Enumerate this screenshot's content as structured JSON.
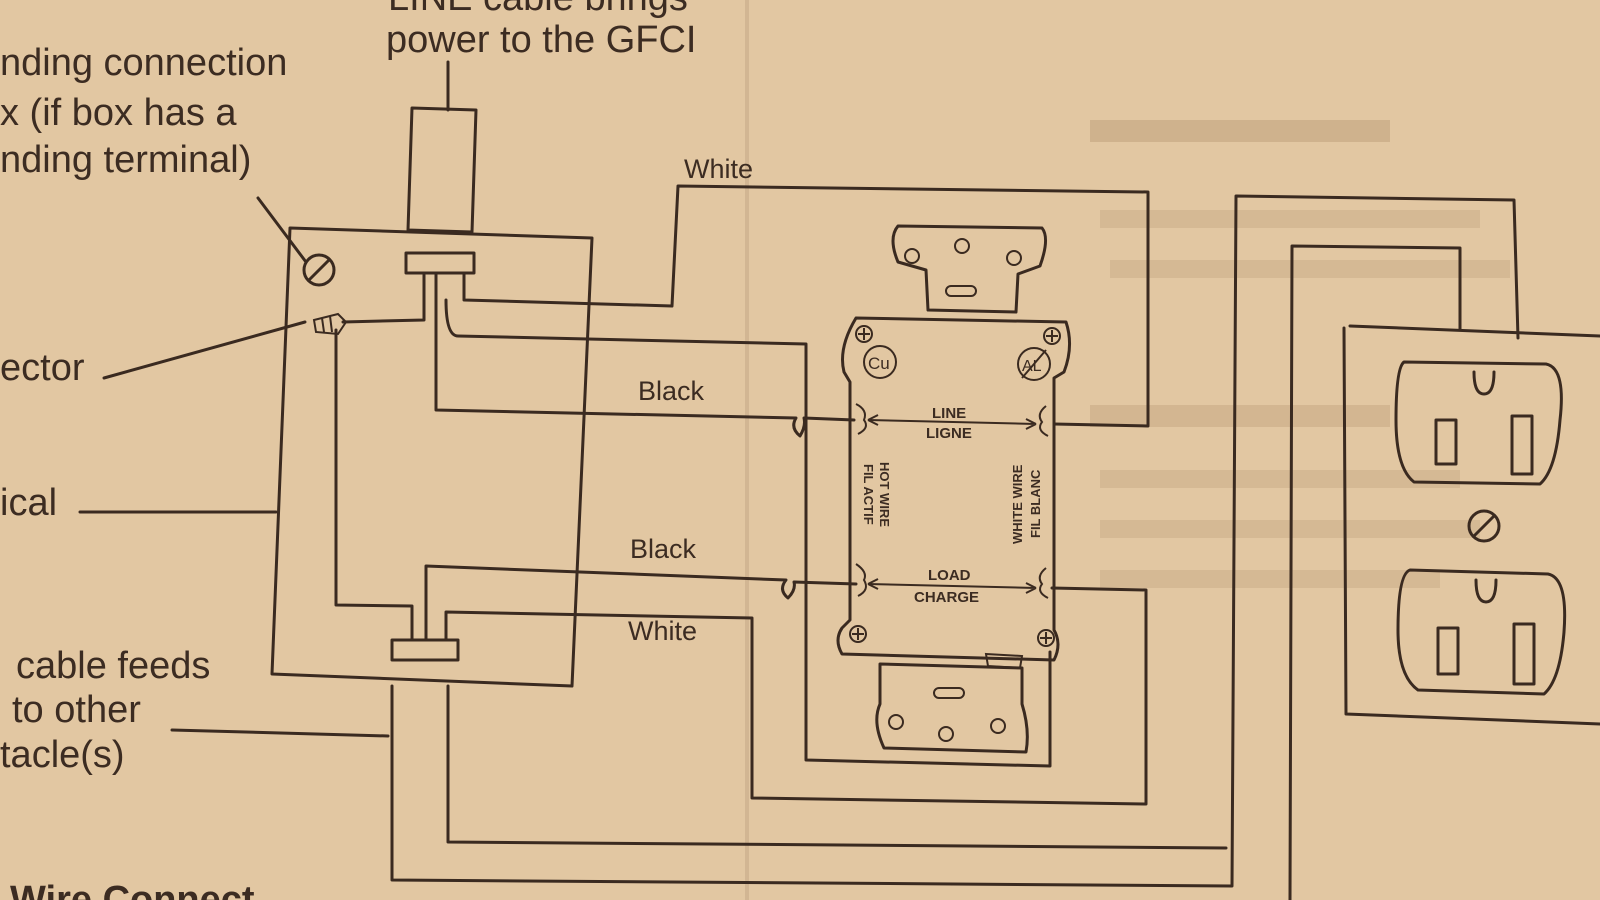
{
  "callouts": {
    "line_cable_top": "LINE cable brings",
    "line_cable_bottom": "power to the GFCI",
    "grounding_1": "nding connection",
    "grounding_2": "x (if box has a",
    "grounding_3": "nding terminal)",
    "connector": "ector",
    "electrical": "ical",
    "load_cable_1": "cable feeds",
    "load_cable_2": "to other",
    "load_cable_3": "tacle(s)",
    "bottom_heading": "Wire Connect"
  },
  "wires": {
    "white_top": "White",
    "black_top": "Black",
    "black_bottom": "Black",
    "white_bottom": "White"
  },
  "gfci": {
    "line_en": "LINE",
    "line_fr": "LIGNE",
    "load_en": "LOAD",
    "load_fr": "CHARGE",
    "hot_en": "HOT WIRE",
    "hot_fr": "FIL ACTIF",
    "white_en": "WHITE WIRE",
    "white_fr": "FIL BLANC",
    "copper": "Cu",
    "aluminum": "AL"
  },
  "colors": {
    "paper": "#e2c7a2",
    "ink": "#3a2a20"
  }
}
